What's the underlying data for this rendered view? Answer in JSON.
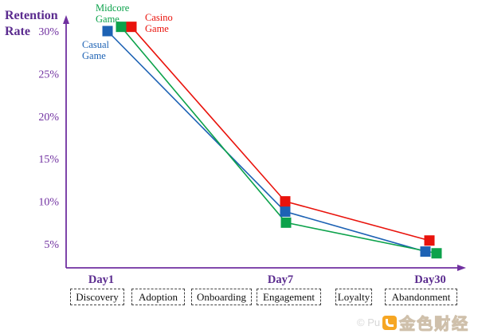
{
  "header": {
    "y_axis_title": "Retention\nRate"
  },
  "chart_data": {
    "type": "line",
    "title": "",
    "xlabel": "",
    "ylabel": "Retention Rate",
    "categories": [
      "Day1",
      "Day7",
      "Day30"
    ],
    "series": [
      {
        "name": "Casual Game",
        "color": "#1D62B4",
        "values": [
          30,
          8.8,
          4.1
        ]
      },
      {
        "name": "Midcore Game",
        "color": "#0CA24B",
        "values": [
          30.5,
          7.5,
          3.9
        ]
      },
      {
        "name": "Casino Game",
        "color": "#E9130C",
        "values": [
          30.5,
          10,
          5.4
        ]
      }
    ],
    "yticks": [
      {
        "label": "30%",
        "value": 30
      },
      {
        "label": "25%",
        "value": 25
      },
      {
        "label": "20%",
        "value": 20
      },
      {
        "label": "15%",
        "value": 15
      },
      {
        "label": "10%",
        "value": 10
      },
      {
        "label": "5%",
        "value": 5
      }
    ],
    "ylim": [
      0,
      32
    ],
    "grid": false,
    "legend_position": "near-points",
    "marker": "square",
    "axis_color": "#7030A0",
    "label_color": "#5B2C8F"
  },
  "phases": [
    "Discovery",
    "Adoption",
    "Onboarding",
    "Engagement",
    "Loyalty",
    "Abandonment"
  ],
  "watermark": {
    "prefix": "© Pu",
    "logo": "jinse-logo",
    "text": "金色财经"
  }
}
